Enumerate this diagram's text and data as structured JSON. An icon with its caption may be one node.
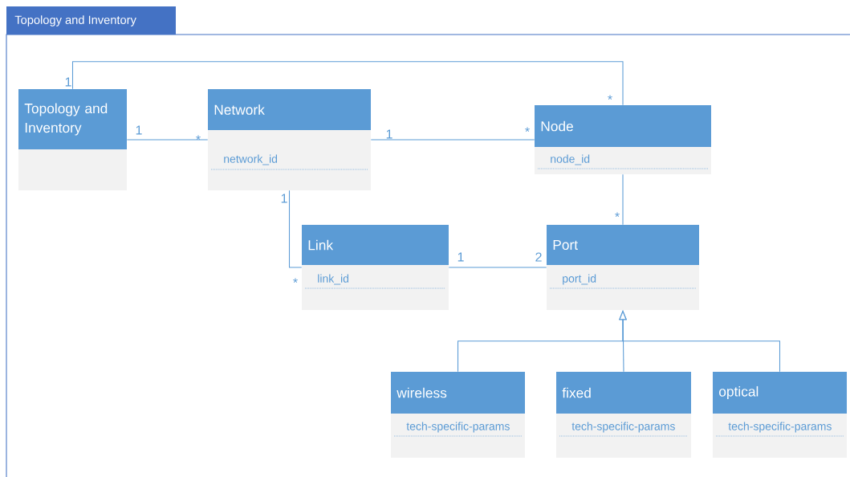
{
  "diagram": {
    "nodes": [
      {
        "text": [
          "Topology and Inventory"
        ]
      },
      {
        "text": [
          "Topology and Inventory"
        ],
        "in": 0
      },
      {
        "text": [
          "Network",
          "network_id"
        ],
        "in": 0
      },
      {
        "text": [
          "Node",
          "node_id"
        ],
        "in": 0
      },
      {
        "text": [
          "Link",
          "link_id"
        ],
        "in": 0
      },
      {
        "text": [
          "Port",
          "port_id"
        ],
        "in": 0
      },
      {
        "text": [
          "wireless",
          "tech-specific-params"
        ],
        "in": 0
      },
      {
        "text": [
          "fixed",
          "tech-specific-params"
        ],
        "in": 0
      },
      {
        "text": [
          "optical",
          "tech-specific-params"
        ],
        "in": 0
      }
    ],
    "edges": [
      {
        "from": 1,
        "to": 3,
        "arrow": "none"
      },
      {
        "from": 1,
        "to": 2,
        "arrow": "none"
      },
      {
        "from": 2,
        "to": 3,
        "arrow": "none"
      },
      {
        "from": 2,
        "to": 4,
        "arrow": "none"
      },
      {
        "from": 3,
        "to": 5,
        "arrow": "none"
      },
      {
        "from": 4,
        "to": 5,
        "arrow": "none"
      },
      {
        "from": 6,
        "to": 5,
        "arrow": "to"
      },
      {
        "from": 7,
        "to": 5,
        "arrow": "to"
      },
      {
        "from": 8,
        "to": 5,
        "arrow": "to"
      }
    ],
    "labels": [
      "1",
      "*",
      "1",
      "*",
      "1",
      "*",
      "1",
      "*",
      "1",
      "2",
      "*"
    ]
  }
}
